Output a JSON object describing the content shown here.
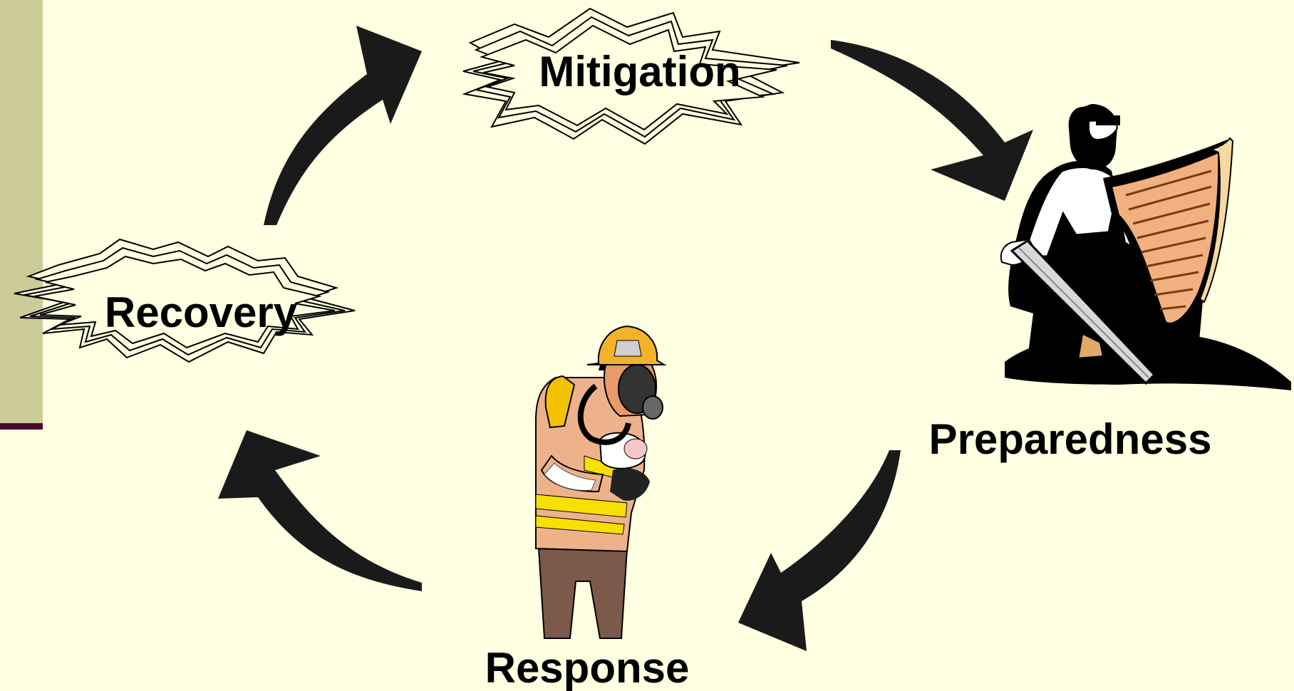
{
  "diagram": {
    "stages": {
      "mitigation": "Mitigation",
      "preparedness": "Preparedness",
      "response": "Response",
      "recovery": "Recovery"
    }
  },
  "colors": {
    "background": "#FFFFE1",
    "side_bar": "#CCCC99",
    "side_bar_edge": "#4A0A2E",
    "arrow": "#1A1A1A"
  },
  "icons": {
    "preparedness": "man-with-sword-and-shield",
    "response": "firefighter-carrying-baby"
  }
}
